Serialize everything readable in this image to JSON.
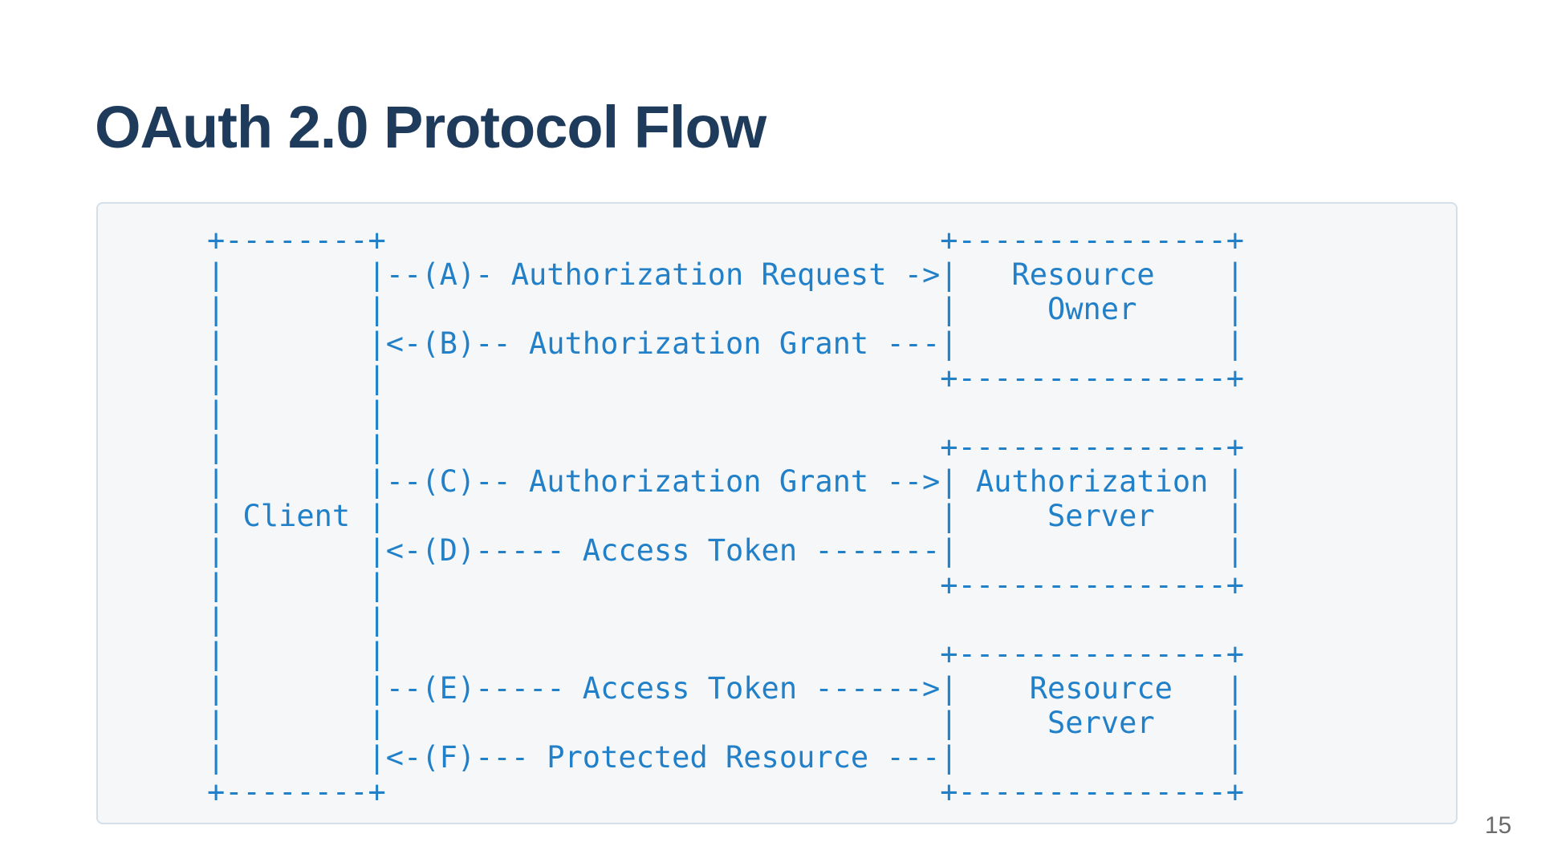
{
  "slide": {
    "title": "OAuth 2.0 Protocol Flow",
    "page_number": "15"
  },
  "diagram": {
    "lines": [
      "+--------+                               +---------------+",
      "|        |--(A)- Authorization Request ->|   Resource    |",
      "|        |                               |     Owner     |",
      "|        |<-(B)-- Authorization Grant ---|               |",
      "|        |                               +---------------+",
      "|        |",
      "|        |                               +---------------+",
      "|        |--(C)-- Authorization Grant -->| Authorization |",
      "| Client |                               |     Server    |",
      "|        |<-(D)----- Access Token -------|               |",
      "|        |                               +---------------+",
      "|        |",
      "|        |                               +---------------+",
      "|        |--(E)----- Access Token ------>|    Resource   |",
      "|        |                               |     Server    |",
      "|        |<-(F)--- Protected Resource ---|               |",
      "+--------+                               +---------------+"
    ]
  }
}
